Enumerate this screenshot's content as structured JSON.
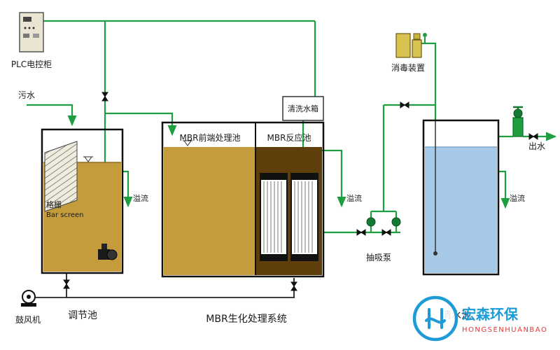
{
  "top": {
    "plc_label": "PLC电控柜",
    "sewage": "污水",
    "wash_tank": "清洗水箱",
    "disinfection": "消毒装置"
  },
  "tanks": {
    "left": {
      "grille_cn": "格栅",
      "grille_en": "Bar screen",
      "overflow": "溢流",
      "bottom_label": "调节池"
    },
    "middle": {
      "front_label": "MBR前端处理池",
      "reactor_label": "MBR反应池",
      "overflow": "溢流",
      "bottom_label": "MBR生化处理系统"
    },
    "right": {
      "overflow": "溢流",
      "bottom_label": "清水池"
    }
  },
  "pumps": {
    "suction": "抽吸泵",
    "blower": "鼓风机"
  },
  "outlet": "出水",
  "logo": {
    "cn": "宏森环保",
    "en": "HONGSENHUANBAO"
  },
  "colors": {
    "pipe_green": "#1E9E40",
    "tank_liquid_tan": "#C49C3C",
    "reactor_brown": "#5E3F0C",
    "clear_water_blue": "#A6C9E8",
    "disinfection_yellow": "#D9C350",
    "logo_blue": "#1D9BD7",
    "logo_red": "#E53935",
    "line_black": "#1a1a1a"
  }
}
